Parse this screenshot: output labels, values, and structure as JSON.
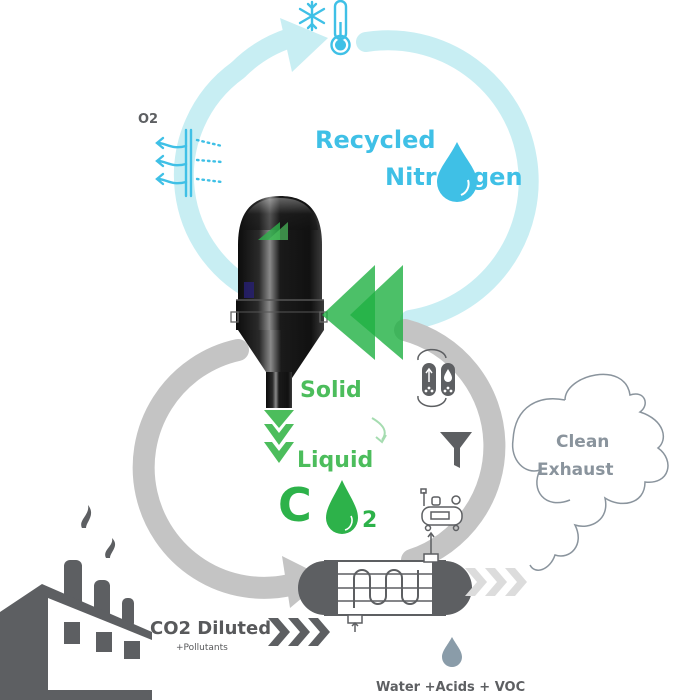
{
  "diagram": {
    "title": "Cryogenic CO2 capture process",
    "colors": {
      "nitrogen_loop": "#c8eef3",
      "nitrogen_accent": "#3fc0e6",
      "co2_green": "#2db24a",
      "process_loop": "#bdbdbd",
      "icon_gray": "#5d5f62",
      "cloud_stroke": "#8a949d"
    },
    "labels": {
      "o2": "O2",
      "recycled": "Recycled",
      "nitrogen_prefix": "Nitr",
      "nitrogen_suffix": "gen",
      "solid": "Solid",
      "liquid": "Liquid",
      "co2_letter": "C",
      "co2_subscript": "2",
      "clean": "Clean",
      "exhaust": "Exhaust",
      "co2_diluted": "CO2 Diluted",
      "pollutants": "+Pollutants",
      "water_acids_voc": "Water +Acids + VOC"
    },
    "icons": [
      "snowflake-icon",
      "thermometer-icon",
      "membrane-filter-icon",
      "nitrogen-droplet-icon",
      "cryogenic-vessel",
      "green-double-chevron-icon",
      "down-chevrons-icon",
      "co2-droplet-icon",
      "adsorption-columns-icon",
      "funnel-filter-icon",
      "compressor-icon",
      "heat-exchanger-icon",
      "factory-icon",
      "right-chevrons-icon",
      "cloud-icon",
      "water-droplet-icon"
    ]
  }
}
